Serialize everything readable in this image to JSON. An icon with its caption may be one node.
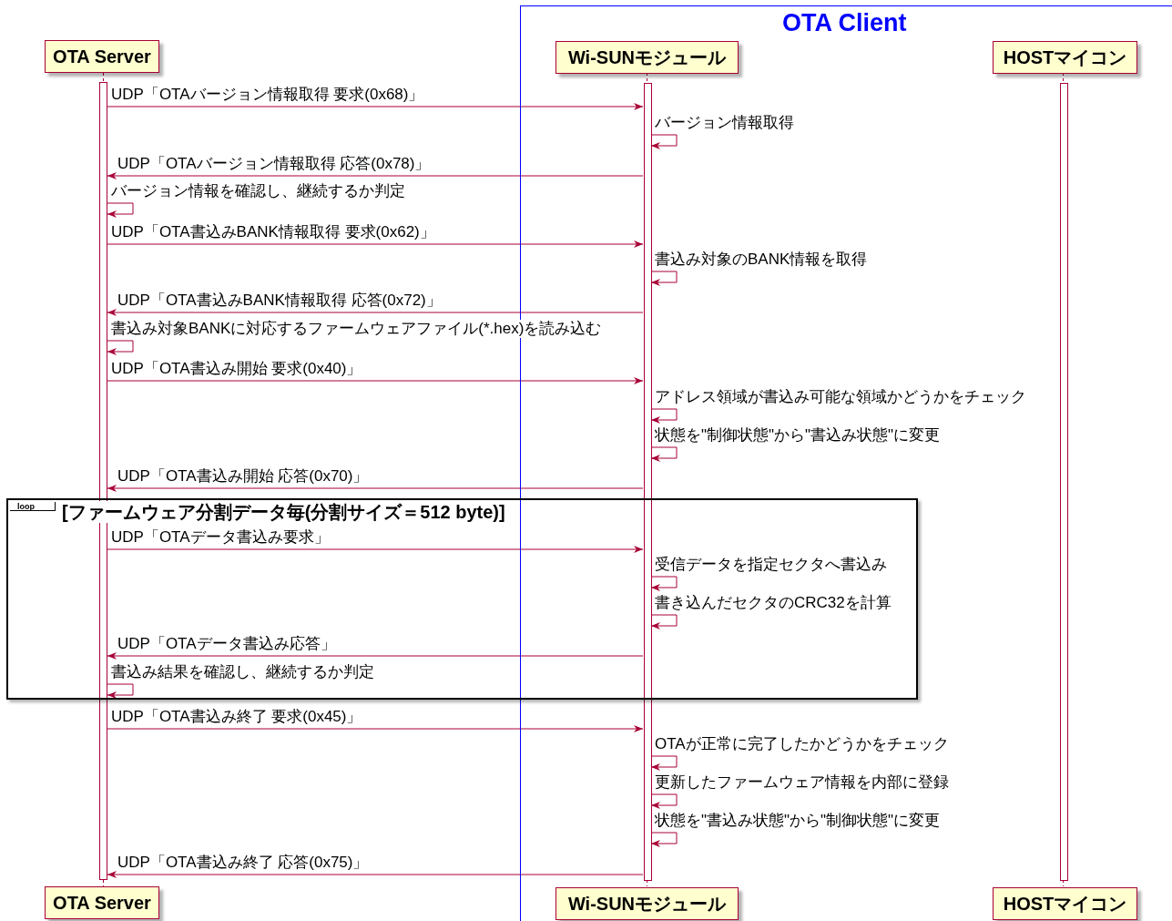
{
  "diagram": {
    "nodes": [
      {
        "text": [
          "OTA Server"
        ]
      },
      {
        "text": [
          "OTA Client"
        ]
      },
      {
        "text": [
          "Wi-SUNモジュール"
        ],
        "in": 1
      },
      {
        "text": [
          "HOSTマイコン"
        ],
        "in": 1
      },
      {
        "text": [],
        "shape": "bar"
      },
      {
        "text": [],
        "shape": "bar",
        "in": 1
      },
      {
        "text": [],
        "shape": "bar",
        "in": 1
      },
      {
        "text": [
          "OTA Server"
        ]
      },
      {
        "text": [
          "Wi-SUNモジュール"
        ],
        "in": 1
      },
      {
        "text": [
          "HOSTマイコン"
        ],
        "in": 1
      }
    ],
    "edges": [
      {
        "from": 4,
        "to": 5,
        "arrow": "to",
        "label": "UDP「OTAバージョン情報取得 要求(0x68)」"
      },
      {
        "from": 5,
        "to": 5,
        "arrow": "to",
        "label": "バージョン情報取得"
      },
      {
        "from": 5,
        "to": 4,
        "arrow": "to",
        "label": "UDP「OTAバージョン情報取得 応答(0x78)」"
      },
      {
        "from": 4,
        "to": 4,
        "arrow": "to",
        "label": "バージョン情報を確認し、継続するか判定"
      },
      {
        "from": 4,
        "to": 5,
        "arrow": "to",
        "label": "UDP「OTA書込みBANK情報取得 要求(0x62)」"
      },
      {
        "from": 5,
        "to": 5,
        "arrow": "to",
        "label": "書込み対象のBANK情報を取得"
      },
      {
        "from": 5,
        "to": 4,
        "arrow": "to",
        "label": "UDP「OTA書込みBANK情報取得 応答(0x72)」"
      },
      {
        "from": 4,
        "to": 4,
        "arrow": "to",
        "label": "書込み対象BANKに対応するファームウェアファイル(*.hex)を読み込む"
      },
      {
        "from": 4,
        "to": 5,
        "arrow": "to",
        "label": "UDP「OTA書込み開始 要求(0x40)」"
      },
      {
        "from": 5,
        "to": 5,
        "arrow": "to",
        "label": "アドレス領域が書込み可能な領域かどうかをチェック"
      },
      {
        "from": 5,
        "to": 5,
        "arrow": "to",
        "label": "状態を\"制御状態\"から\"書込み状態\"に変更"
      },
      {
        "from": 5,
        "to": 4,
        "arrow": "to",
        "label": "UDP「OTA書込み開始 応答(0x70)」"
      },
      {
        "from": 4,
        "to": 5,
        "arrow": "to",
        "label": "UDP「OTAデータ書込み要求」"
      },
      {
        "from": 5,
        "to": 5,
        "arrow": "to",
        "label": "受信データを指定セクタへ書込み"
      },
      {
        "from": 5,
        "to": 5,
        "arrow": "to",
        "label": "書き込んだセクタのCRC32を計算"
      },
      {
        "from": 5,
        "to": 4,
        "arrow": "to",
        "label": "UDP「OTAデータ書込み応答」"
      },
      {
        "from": 4,
        "to": 4,
        "arrow": "to",
        "label": "書込み結果を確認し、継続するか判定"
      },
      {
        "from": 4,
        "to": 5,
        "arrow": "to",
        "label": "UDP「OTA書込み終了 要求(0x45)」"
      },
      {
        "from": 5,
        "to": 5,
        "arrow": "to",
        "label": "OTAが正常に完了したかどうかをチェック"
      },
      {
        "from": 5,
        "to": 5,
        "arrow": "to",
        "label": "更新したファームウェア情報を内部に登録"
      },
      {
        "from": 5,
        "to": 5,
        "arrow": "to",
        "label": "状態を\"書込み状態\"から\"制御状態\"に変更"
      },
      {
        "from": 5,
        "to": 4,
        "arrow": "to",
        "label": "UDP「OTA書込み終了 応答(0x75)」"
      },
      {
        "from": 0,
        "to": 4,
        "arrow": "none",
        "style": "dashed"
      },
      {
        "from": 4,
        "to": 7,
        "arrow": "none",
        "style": "dashed"
      },
      {
        "from": 2,
        "to": 5,
        "arrow": "none",
        "style": "dashed"
      },
      {
        "from": 5,
        "to": 8,
        "arrow": "none",
        "style": "dashed"
      },
      {
        "from": 3,
        "to": 6,
        "arrow": "none",
        "style": "dashed"
      },
      {
        "from": 6,
        "to": 9,
        "arrow": "none",
        "style": "dashed"
      }
    ],
    "labels": [
      "loop",
      "[ファームウェア分割データ毎(分割サイズ＝512 byte)]"
    ]
  }
}
